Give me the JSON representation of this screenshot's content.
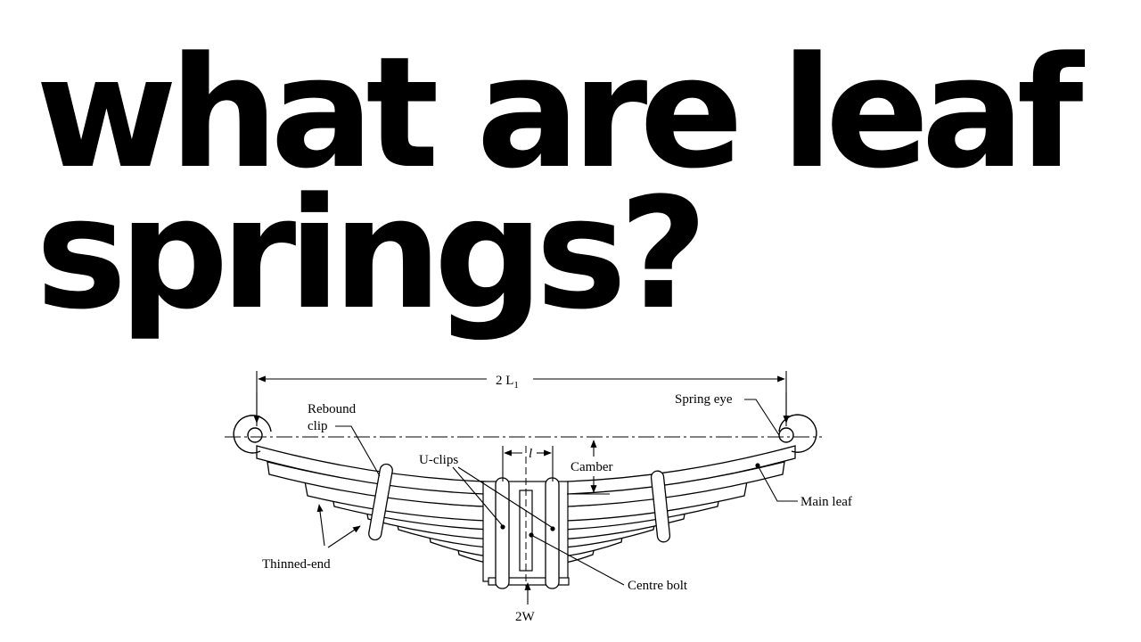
{
  "headline": {
    "line1": "what are leaf",
    "line2": "springs?"
  },
  "diagram": {
    "labels": {
      "length": "2 L",
      "length_sub": "1",
      "rebound_clip_1": "Rebound",
      "rebound_clip_2": "clip",
      "spring_eye": "Spring eye",
      "u_clips": "U-clips",
      "l": "l",
      "camber": "Camber",
      "main_leaf": "Main leaf",
      "thinned_end": "Thinned-end",
      "centre_bolt": "Centre bolt",
      "width": "2W"
    },
    "colors": {
      "ink": "#000000",
      "background": "#ffffff"
    }
  }
}
